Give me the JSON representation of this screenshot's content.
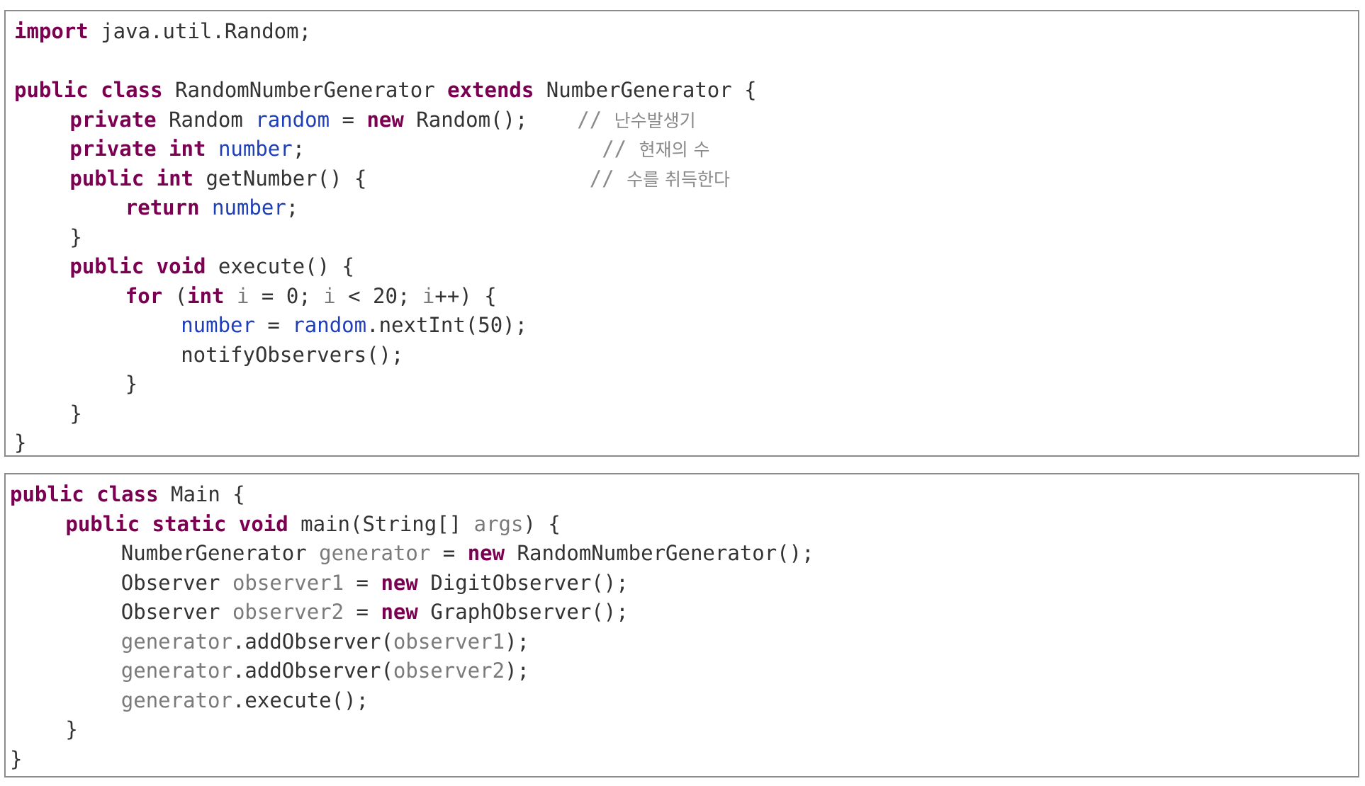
{
  "colors": {
    "keyword": "#7b0052",
    "field": "#1f3fb8",
    "local_variable": "#7a7a7a",
    "comment": "#8a8a8a",
    "plain": "#333333",
    "border": "#8c8c8c",
    "background": "#ffffff"
  },
  "snippets": [
    {
      "id": "random-number-generator",
      "lines": [
        {
          "indent": 0,
          "tokens": [
            {
              "t": "import",
              "c": "kw"
            },
            {
              "t": " java.util.Random;",
              "c": "pl"
            }
          ]
        },
        {
          "indent": 0,
          "tokens": []
        },
        {
          "indent": 0,
          "tokens": [
            {
              "t": "public",
              "c": "kw"
            },
            {
              "t": " ",
              "c": "pl"
            },
            {
              "t": "class",
              "c": "kw"
            },
            {
              "t": " RandomNumberGenerator ",
              "c": "pl"
            },
            {
              "t": "extends",
              "c": "kw"
            },
            {
              "t": " NumberGenerator {",
              "c": "pl"
            }
          ]
        },
        {
          "indent": 4,
          "tokens": [
            {
              "t": "private",
              "c": "kw"
            },
            {
              "t": " Random ",
              "c": "pl"
            },
            {
              "t": "random",
              "c": "fld"
            },
            {
              "t": " = ",
              "c": "pl"
            },
            {
              "t": "new",
              "c": "kw"
            },
            {
              "t": " Random();",
              "c": "pl"
            },
            {
              "t": "    // ",
              "c": "cm"
            },
            {
              "t": "난수발생기",
              "c": "cm-ko"
            }
          ]
        },
        {
          "indent": 4,
          "tokens": [
            {
              "t": "private",
              "c": "kw"
            },
            {
              "t": " ",
              "c": "pl"
            },
            {
              "t": "int",
              "c": "kw"
            },
            {
              "t": " ",
              "c": "pl"
            },
            {
              "t": "number",
              "c": "fld"
            },
            {
              "t": ";",
              "c": "pl"
            },
            {
              "t": "                        // ",
              "c": "cm"
            },
            {
              "t": "현재의 수",
              "c": "cm-ko"
            }
          ]
        },
        {
          "indent": 4,
          "tokens": [
            {
              "t": "public",
              "c": "kw"
            },
            {
              "t": " ",
              "c": "pl"
            },
            {
              "t": "int",
              "c": "kw"
            },
            {
              "t": " getNumber() {",
              "c": "pl"
            },
            {
              "t": "                  // ",
              "c": "cm"
            },
            {
              "t": "수를 취득한다",
              "c": "cm-ko"
            }
          ]
        },
        {
          "indent": 8,
          "tokens": [
            {
              "t": "return",
              "c": "kw"
            },
            {
              "t": " ",
              "c": "pl"
            },
            {
              "t": "number",
              "c": "fld"
            },
            {
              "t": ";",
              "c": "pl"
            }
          ]
        },
        {
          "indent": 4,
          "tokens": [
            {
              "t": "}",
              "c": "pl"
            }
          ]
        },
        {
          "indent": 4,
          "tokens": [
            {
              "t": "public",
              "c": "kw"
            },
            {
              "t": " ",
              "c": "pl"
            },
            {
              "t": "void",
              "c": "kw"
            },
            {
              "t": " execute() {",
              "c": "pl"
            }
          ]
        },
        {
          "indent": 8,
          "tokens": [
            {
              "t": "for",
              "c": "kw"
            },
            {
              "t": " (",
              "c": "pl"
            },
            {
              "t": "int",
              "c": "kw"
            },
            {
              "t": " ",
              "c": "pl"
            },
            {
              "t": "i",
              "c": "var"
            },
            {
              "t": " = 0; ",
              "c": "pl"
            },
            {
              "t": "i",
              "c": "var"
            },
            {
              "t": " < 20; ",
              "c": "pl"
            },
            {
              "t": "i",
              "c": "var"
            },
            {
              "t": "++) {",
              "c": "pl"
            }
          ]
        },
        {
          "indent": 12,
          "tokens": [
            {
              "t": "number",
              "c": "fld"
            },
            {
              "t": " = ",
              "c": "pl"
            },
            {
              "t": "random",
              "c": "fld"
            },
            {
              "t": ".nextInt(50);",
              "c": "pl"
            }
          ]
        },
        {
          "indent": 12,
          "tokens": [
            {
              "t": "notifyObservers();",
              "c": "pl"
            }
          ]
        },
        {
          "indent": 8,
          "tokens": [
            {
              "t": "}",
              "c": "pl"
            }
          ]
        },
        {
          "indent": 4,
          "tokens": [
            {
              "t": "}",
              "c": "pl"
            }
          ]
        },
        {
          "indent": 0,
          "tokens": [
            {
              "t": "}",
              "c": "pl"
            }
          ]
        }
      ]
    },
    {
      "id": "main",
      "lines": [
        {
          "indent": 0,
          "tokens": [
            {
              "t": "public",
              "c": "kw"
            },
            {
              "t": " ",
              "c": "pl"
            },
            {
              "t": "class",
              "c": "kw"
            },
            {
              "t": " Main {",
              "c": "pl"
            }
          ]
        },
        {
          "indent": 4,
          "tokens": [
            {
              "t": "public",
              "c": "kw"
            },
            {
              "t": " ",
              "c": "pl"
            },
            {
              "t": "static",
              "c": "kw"
            },
            {
              "t": " ",
              "c": "pl"
            },
            {
              "t": "void",
              "c": "kw"
            },
            {
              "t": " main(String[] ",
              "c": "pl"
            },
            {
              "t": "args",
              "c": "var"
            },
            {
              "t": ") {",
              "c": "pl"
            }
          ]
        },
        {
          "indent": 8,
          "tokens": [
            {
              "t": "NumberGenerator ",
              "c": "pl"
            },
            {
              "t": "generator",
              "c": "var"
            },
            {
              "t": " = ",
              "c": "pl"
            },
            {
              "t": "new",
              "c": "kw"
            },
            {
              "t": " RandomNumberGenerator();",
              "c": "pl"
            }
          ]
        },
        {
          "indent": 8,
          "tokens": [
            {
              "t": "Observer ",
              "c": "pl"
            },
            {
              "t": "observer1",
              "c": "var"
            },
            {
              "t": " = ",
              "c": "pl"
            },
            {
              "t": "new",
              "c": "kw"
            },
            {
              "t": " DigitObserver();",
              "c": "pl"
            }
          ]
        },
        {
          "indent": 8,
          "tokens": [
            {
              "t": "Observer ",
              "c": "pl"
            },
            {
              "t": "observer2",
              "c": "var"
            },
            {
              "t": " = ",
              "c": "pl"
            },
            {
              "t": "new",
              "c": "kw"
            },
            {
              "t": " GraphObserver();",
              "c": "pl"
            }
          ]
        },
        {
          "indent": 8,
          "tokens": [
            {
              "t": "generator",
              "c": "var"
            },
            {
              "t": ".addObserver(",
              "c": "pl"
            },
            {
              "t": "observer1",
              "c": "var"
            },
            {
              "t": ");",
              "c": "pl"
            }
          ]
        },
        {
          "indent": 8,
          "tokens": [
            {
              "t": "generator",
              "c": "var"
            },
            {
              "t": ".addObserver(",
              "c": "pl"
            },
            {
              "t": "observer2",
              "c": "var"
            },
            {
              "t": ");",
              "c": "pl"
            }
          ]
        },
        {
          "indent": 8,
          "tokens": [
            {
              "t": "generator",
              "c": "var"
            },
            {
              "t": ".execute();",
              "c": "pl"
            }
          ]
        },
        {
          "indent": 4,
          "tokens": [
            {
              "t": "}",
              "c": "pl"
            }
          ]
        },
        {
          "indent": 0,
          "tokens": [
            {
              "t": "}",
              "c": "pl"
            }
          ]
        }
      ]
    }
  ]
}
